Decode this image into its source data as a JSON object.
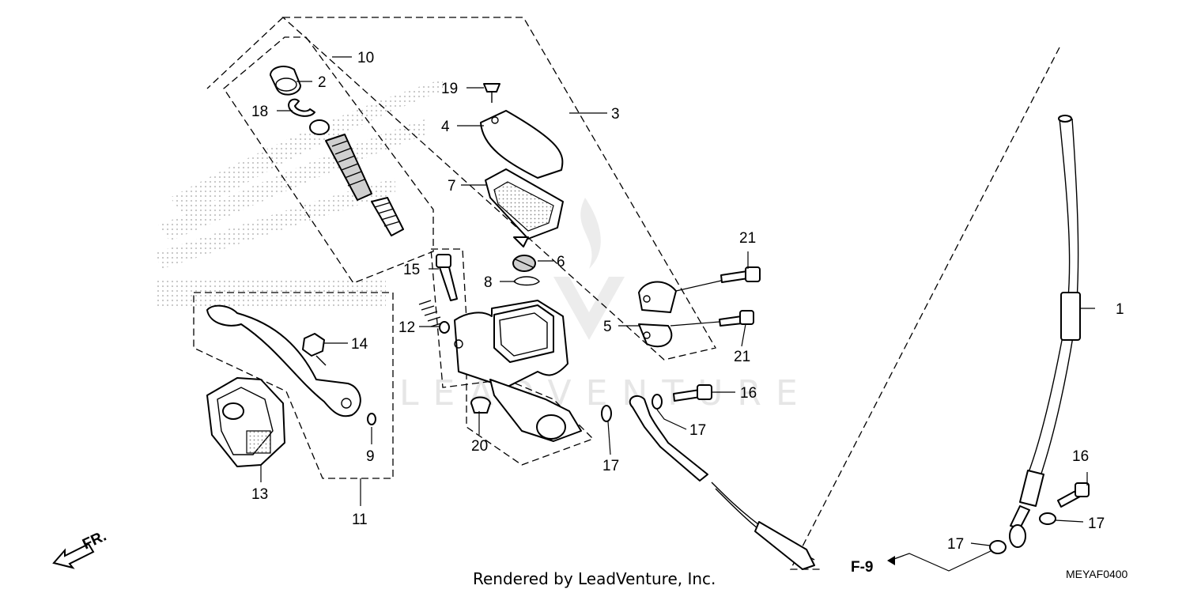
{
  "diagram": {
    "callouts": [
      "1",
      "2",
      "3",
      "4",
      "5",
      "6",
      "7",
      "8",
      "9",
      "10",
      "11",
      "12",
      "13",
      "14",
      "15",
      "16",
      "16",
      "17",
      "17",
      "17",
      "17",
      "18",
      "19",
      "20",
      "21",
      "21"
    ],
    "reference": "F-9",
    "direction_label": "FR.",
    "diagram_code": "MEYAF0400",
    "credit": "Rendered by LeadVenture, Inc.",
    "watermark": "LEADVENTURE"
  },
  "colors": {
    "line": "#000000",
    "background": "#ffffff",
    "watermark": "#e6e6e6",
    "shading": "#cfcfcf"
  }
}
